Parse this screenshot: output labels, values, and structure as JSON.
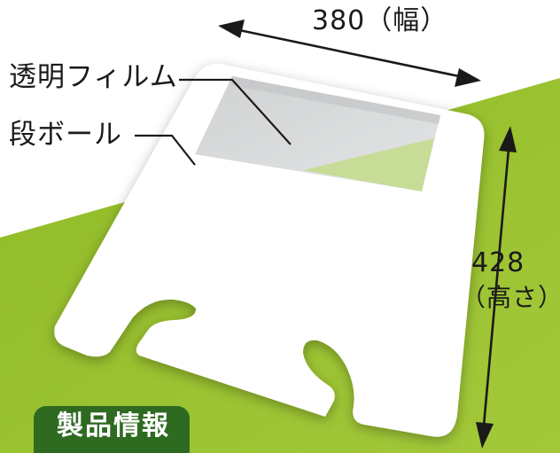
{
  "labels": {
    "film": "透明フィルム",
    "cardboard": "段ボール",
    "width": "380（幅）",
    "height_value": "428",
    "height_unit": "（高さ）"
  },
  "section_badge": "製品情報",
  "colors": {
    "green_band": "#98c12c",
    "badge": "#2e6b21",
    "board": "#ffffff",
    "film": "#d6d8d9"
  }
}
